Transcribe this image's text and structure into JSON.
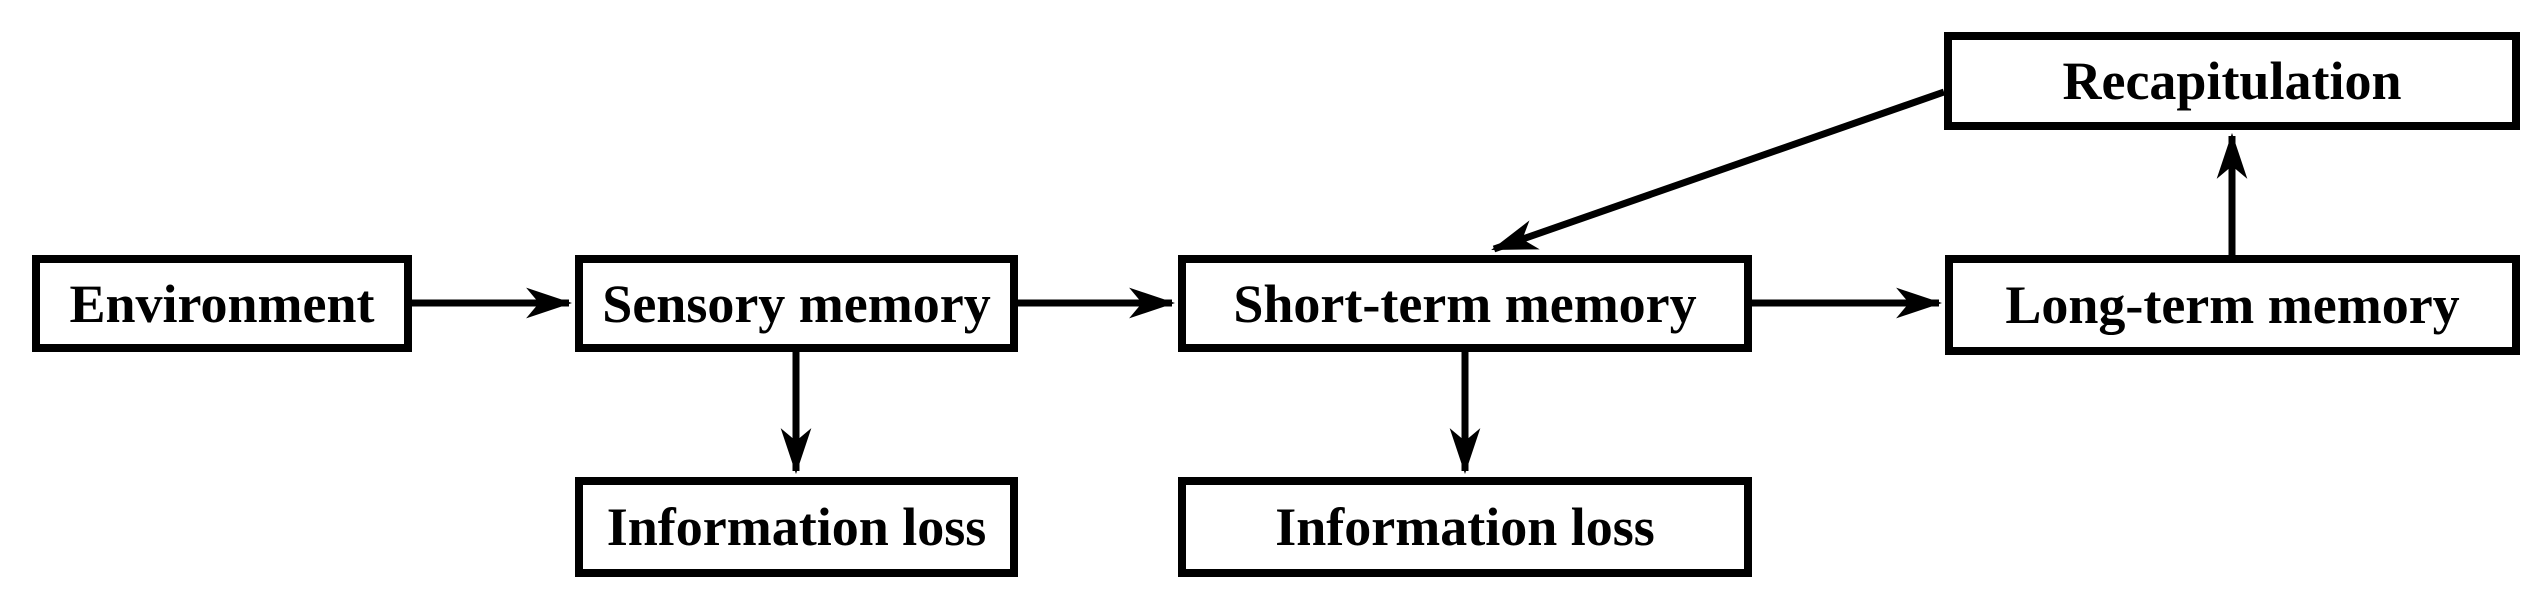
{
  "diagram": {
    "type": "flowchart",
    "background_color": "#ffffff",
    "line_color": "#000000",
    "box_fill_color": "#ffffff",
    "box_border_color": "#000000",
    "text_color": "#000000",
    "nodes": {
      "environment": {
        "label": "Environment"
      },
      "sensory_memory": {
        "label": "Sensory memory"
      },
      "short_term_memory": {
        "label": "Short-term memory"
      },
      "long_term_memory": {
        "label": "Long-term memory"
      },
      "recapitulation": {
        "label": "Recapitulation"
      },
      "information_loss_1": {
        "label": "Information loss"
      },
      "information_loss_2": {
        "label": "Information loss"
      }
    },
    "edges": [
      {
        "from": "environment",
        "to": "sensory_memory",
        "direction": "right"
      },
      {
        "from": "sensory_memory",
        "to": "short_term_memory",
        "direction": "right"
      },
      {
        "from": "short_term_memory",
        "to": "long_term_memory",
        "direction": "right"
      },
      {
        "from": "sensory_memory",
        "to": "information_loss_1",
        "direction": "down"
      },
      {
        "from": "short_term_memory",
        "to": "information_loss_2",
        "direction": "down"
      },
      {
        "from": "long_term_memory",
        "to": "recapitulation",
        "direction": "up"
      },
      {
        "from": "recapitulation",
        "to": "short_term_memory",
        "direction": "diagonal-down-left"
      }
    ]
  }
}
